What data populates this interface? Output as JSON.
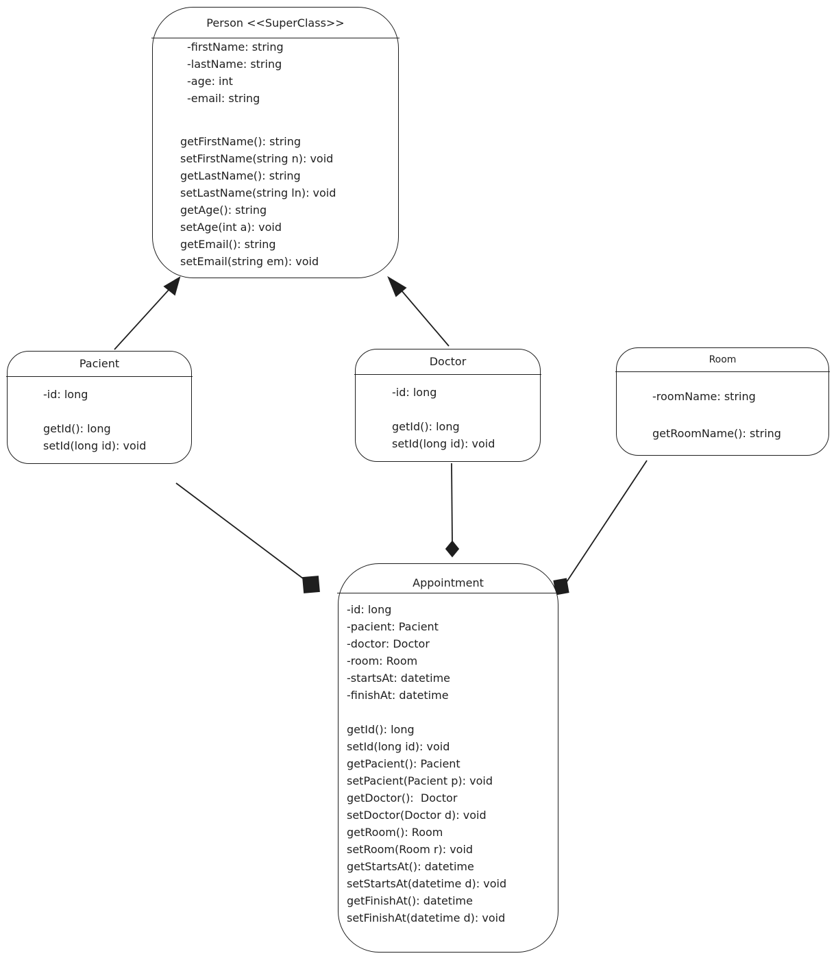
{
  "classes": {
    "person": {
      "name": "Person <<SuperClass>>",
      "attributes": [
        "-firstName: string",
        "-lastName: string",
        "-age: int",
        "-email: string"
      ],
      "methods": [
        "getFirstName(): string",
        "setFirstName(string n): void",
        "getLastName(): string",
        "setLastName(string ln): void",
        "getAge(): string",
        "setAge(int a): void",
        "getEmail(): string",
        "setEmail(string em): void"
      ]
    },
    "pacient": {
      "name": "Pacient",
      "attributes": [
        "-id: long"
      ],
      "methods": [
        "getId(): long",
        "setId(long id): void"
      ]
    },
    "doctor": {
      "name": "Doctor",
      "attributes": [
        "-id: long"
      ],
      "methods": [
        "getId(): long",
        "setId(long id): void"
      ]
    },
    "room": {
      "name": "Room",
      "attributes": [
        "-roomName: string"
      ],
      "methods": [
        "getRoomName(): string"
      ]
    },
    "appointment": {
      "name": "Appointment",
      "attributes": [
        "-id: long",
        "-pacient: Pacient",
        "-doctor: Doctor",
        "-room: Room",
        "-startsAt: datetime",
        "-finishAt: datetime"
      ],
      "methods": [
        "getId(): long",
        "setId(long id): void",
        "getPacient(): Pacient",
        "setPacient(Pacient p): void",
        "getDoctor():  Doctor",
        "setDoctor(Doctor d): void",
        "getRoom(): Room",
        "setRoom(Room r): void",
        "getStartsAt(): datetime",
        "setStartsAt(datetime d): void",
        "getFinishAt(): datetime",
        "setFinishAt(datetime d): void"
      ]
    }
  },
  "relations": [
    {
      "from": "pacient",
      "to": "person",
      "type": "inheritance"
    },
    {
      "from": "doctor",
      "to": "person",
      "type": "inheritance"
    },
    {
      "from": "pacient",
      "to": "appointment",
      "type": "composition"
    },
    {
      "from": "doctor",
      "to": "appointment",
      "type": "composition"
    },
    {
      "from": "room",
      "to": "appointment",
      "type": "composition"
    }
  ]
}
